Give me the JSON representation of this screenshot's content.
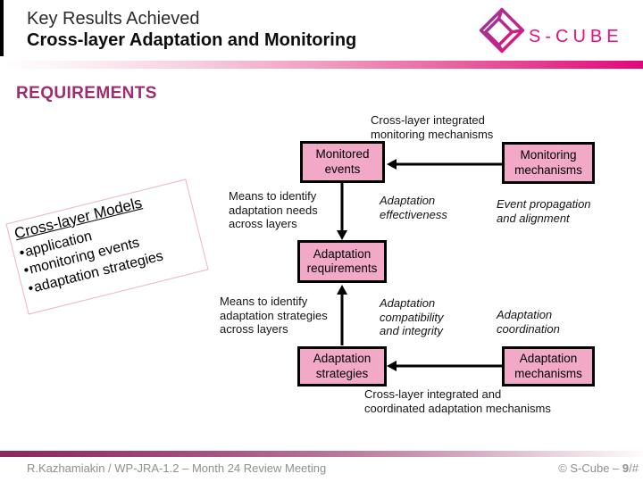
{
  "header": {
    "title_line1": "Key Results Achieved",
    "title_line2": "Cross-layer Adaptation and Monitoring"
  },
  "logo": {
    "text": "S-CUBE"
  },
  "section_title": "REQUIREMENTS",
  "diagram": {
    "bullet_char": "•",
    "top_annotation": "Cross-layer integrated\nmonitoring mechanisms",
    "bottom_annotation": "Cross-layer integrated and\ncoordinated adaptation mechanisms",
    "boxes": {
      "monitored_events": "Monitored\nevents",
      "monitoring_mechanisms": "Monitoring\nmechanisms",
      "adaptation_requirements": "Adaptation\nrequirements",
      "adaptation_strategies": "Adaptation\nstrategies",
      "adaptation_mechanisms": "Adaptation\nmechanisms"
    },
    "notes": {
      "means_needs": "Means to identify\nadaptation needs\nacross layers",
      "adaptation_effectiveness": "Adaptation\neffectiveness",
      "event_propagation": "Event propagation\nand alignment",
      "means_strategies": "Means to identify\nadaptation strategies\nacross layers",
      "adaptation_compatibility": "Adaptation\ncompatibility\nand integrity",
      "adaptation_coordination": "Adaptation\ncoordination"
    },
    "rotated_note": {
      "title": "Cross-layer Models",
      "bullets": [
        "application",
        "monitoring events",
        "adaptation strategies"
      ]
    },
    "colors": {
      "box_fill": "#f2a9c7",
      "accent_pink": "#e2077c",
      "accent_purple": "#8a3f9b",
      "section_title_color": "#9d2c71"
    }
  },
  "footer": {
    "left": "R.Kazhamiakin / WP-JRA-1.2 – Month 24 Review Meeting",
    "right_prefix": "© S-Cube – ",
    "right_page": "9",
    "right_suffix": "/#"
  }
}
